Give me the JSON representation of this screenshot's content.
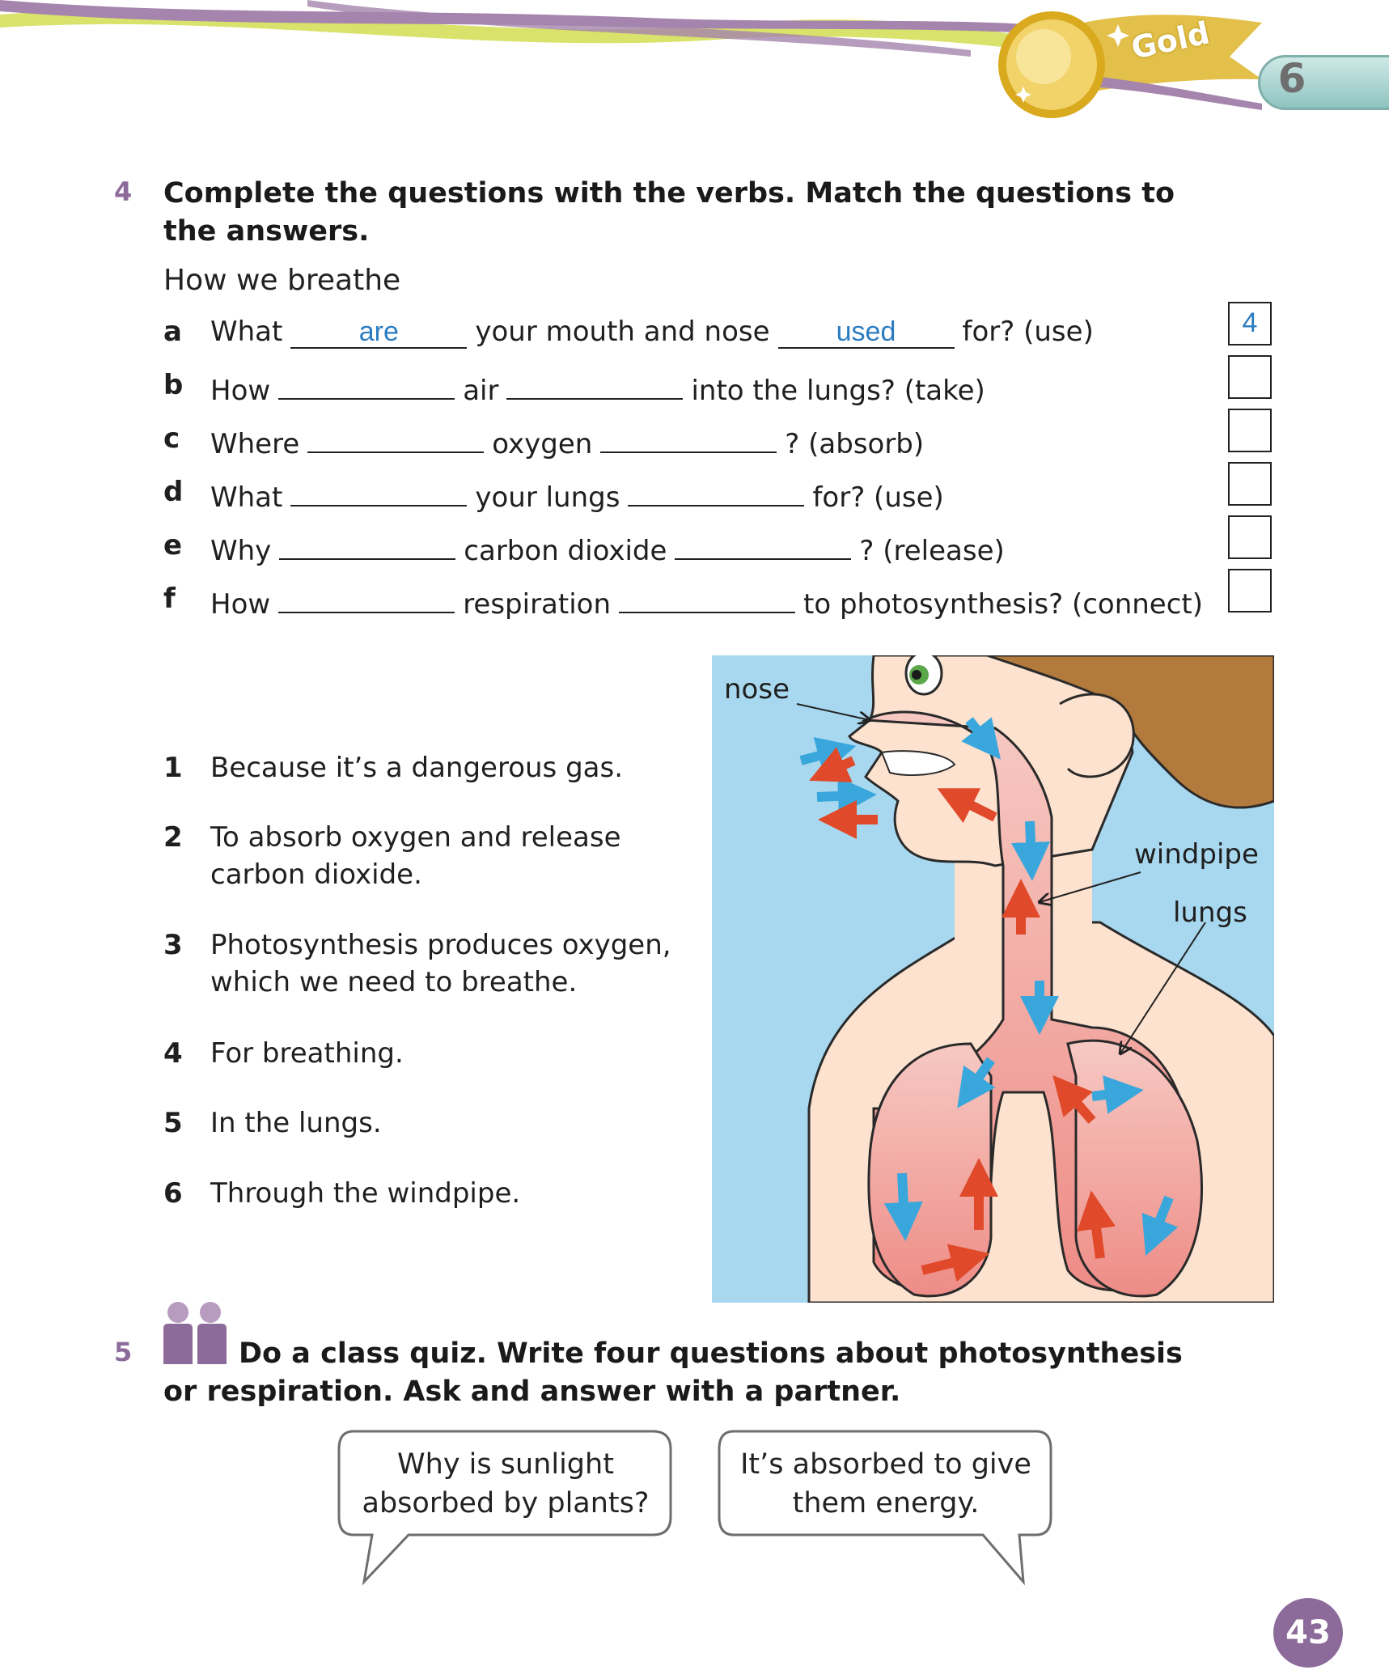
{
  "header": {
    "badge": "Gold",
    "unit": "6"
  },
  "exercise4": {
    "number": "4",
    "instruction_line1": "Complete the questions with the verbs. Match the questions to",
    "instruction_line2": "the answers.",
    "subtitle": "How we breathe",
    "questions": [
      {
        "letter": "a",
        "w1": "What",
        "blank1": "are",
        "mid": "your mouth and nose",
        "blank2": "used",
        "end": "for? (use)",
        "box": "4"
      },
      {
        "letter": "b",
        "w1": "How",
        "blank1": "",
        "mid": "air",
        "blank2": "",
        "end": "into the lungs? (take)",
        "box": ""
      },
      {
        "letter": "c",
        "w1": "Where",
        "blank1": "",
        "mid": "oxygen",
        "blank2": "",
        "end": "? (absorb)",
        "box": ""
      },
      {
        "letter": "d",
        "w1": "What",
        "blank1": "",
        "mid": "your lungs",
        "blank2": "",
        "end": "for? (use)",
        "box": ""
      },
      {
        "letter": "e",
        "w1": "Why",
        "blank1": "",
        "mid": "carbon dioxide",
        "blank2": "",
        "end": "? (release)",
        "box": ""
      },
      {
        "letter": "f",
        "w1": "How",
        "blank1": "",
        "mid": "respiration",
        "blank2": "",
        "end": "to photosynthesis? (connect)",
        "box": ""
      }
    ],
    "answers": [
      {
        "num": "1",
        "line1": "Because it’s a dangerous gas.",
        "line2": ""
      },
      {
        "num": "2",
        "line1": "To absorb oxygen and release",
        "line2": "carbon dioxide."
      },
      {
        "num": "3",
        "line1": "Photosynthesis produces oxygen,",
        "line2": "which we need to breathe."
      },
      {
        "num": "4",
        "line1": "For breathing.",
        "line2": ""
      },
      {
        "num": "5",
        "line1": "In the lungs.",
        "line2": ""
      },
      {
        "num": "6",
        "line1": "Through the windpipe.",
        "line2": ""
      }
    ],
    "diagram_labels": {
      "nose": "nose",
      "windpipe": "windpipe",
      "lungs": "lungs"
    }
  },
  "exercise5": {
    "number": "5",
    "instruction_line1": "Do a class quiz. Write four questions about photosynthesis",
    "instruction_line2": "or respiration. Ask and answer with a partner.",
    "bubble1": {
      "line1": "Why is sunlight",
      "line2": "absorbed by plants?"
    },
    "bubble2": {
      "line1": "It’s absorbed to give",
      "line2": "them energy."
    }
  },
  "page_number": "43",
  "colors": {
    "accent": "#8c6a9a",
    "answer_blue": "#2b7cc0",
    "sky": "#a8d8ef"
  }
}
